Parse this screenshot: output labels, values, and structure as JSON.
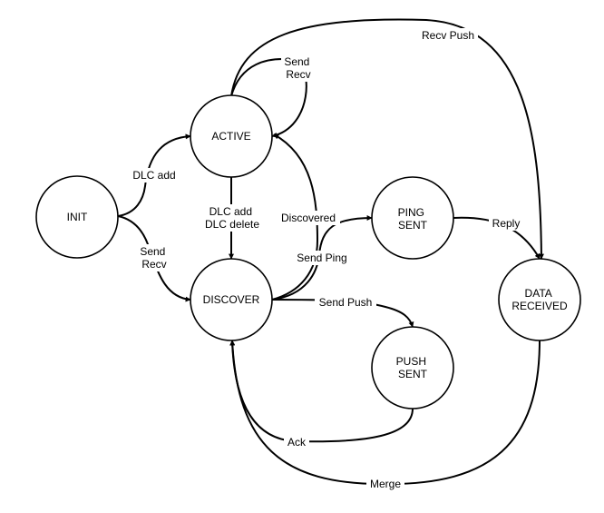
{
  "states": {
    "init": [
      "INIT"
    ],
    "active": [
      "ACTIVE"
    ],
    "discover": [
      "DISCOVER"
    ],
    "ping_sent": [
      "PING",
      "SENT"
    ],
    "push_sent": [
      "PUSH",
      "SENT"
    ],
    "data_received": [
      "DATA",
      "RECEIVED"
    ]
  },
  "transitions": {
    "init_to_active": [
      "DLC add"
    ],
    "init_to_discover": [
      "Send",
      "Recv"
    ],
    "active_self_loop": [
      "Send",
      "Recv"
    ],
    "active_to_discover": [
      "DLC add",
      "DLC delete"
    ],
    "discover_to_active": [
      "Discovered"
    ],
    "discover_to_ping": [
      "Send Ping"
    ],
    "discover_to_push": [
      "Send Push"
    ],
    "push_to_discover": [
      "Ack"
    ],
    "ping_to_data": [
      "Reply"
    ],
    "active_to_data": [
      "Recv Push"
    ],
    "data_to_discover": [
      "Merge"
    ]
  },
  "colors": {
    "stroke": "#000000",
    "fill": "#ffffff",
    "text": "#000000"
  }
}
